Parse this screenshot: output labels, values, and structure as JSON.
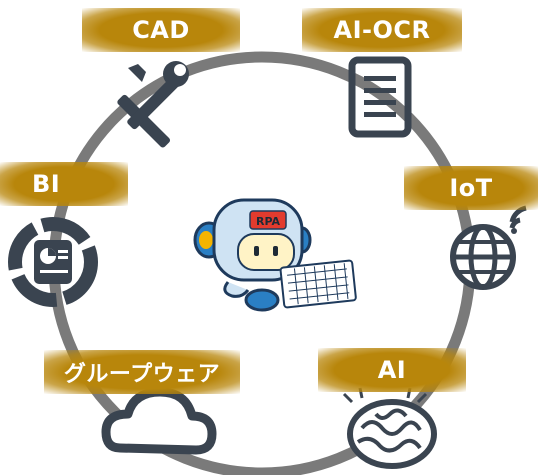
{
  "center": {
    "badge": "RPA"
  },
  "nodes": [
    {
      "id": "cad",
      "label": "CAD",
      "icon": "wrench-screwdriver-icon"
    },
    {
      "id": "ai-ocr",
      "label": "AI-OCR",
      "icon": "document-icon"
    },
    {
      "id": "iot",
      "label": "IoT",
      "icon": "globe-wifi-icon"
    },
    {
      "id": "ai",
      "label": "AI",
      "icon": "brain-icon"
    },
    {
      "id": "groupware",
      "label": "グループウェア",
      "icon": "cloud-icon"
    },
    {
      "id": "bi",
      "label": "BI",
      "icon": "dashboard-chart-icon"
    }
  ],
  "colors": {
    "ring": "#7a7a7a",
    "label_bg": "#b8860b",
    "icon": "#3a4450",
    "robot_body": "#cfe3f3",
    "robot_accent": "#2a7fc4"
  }
}
